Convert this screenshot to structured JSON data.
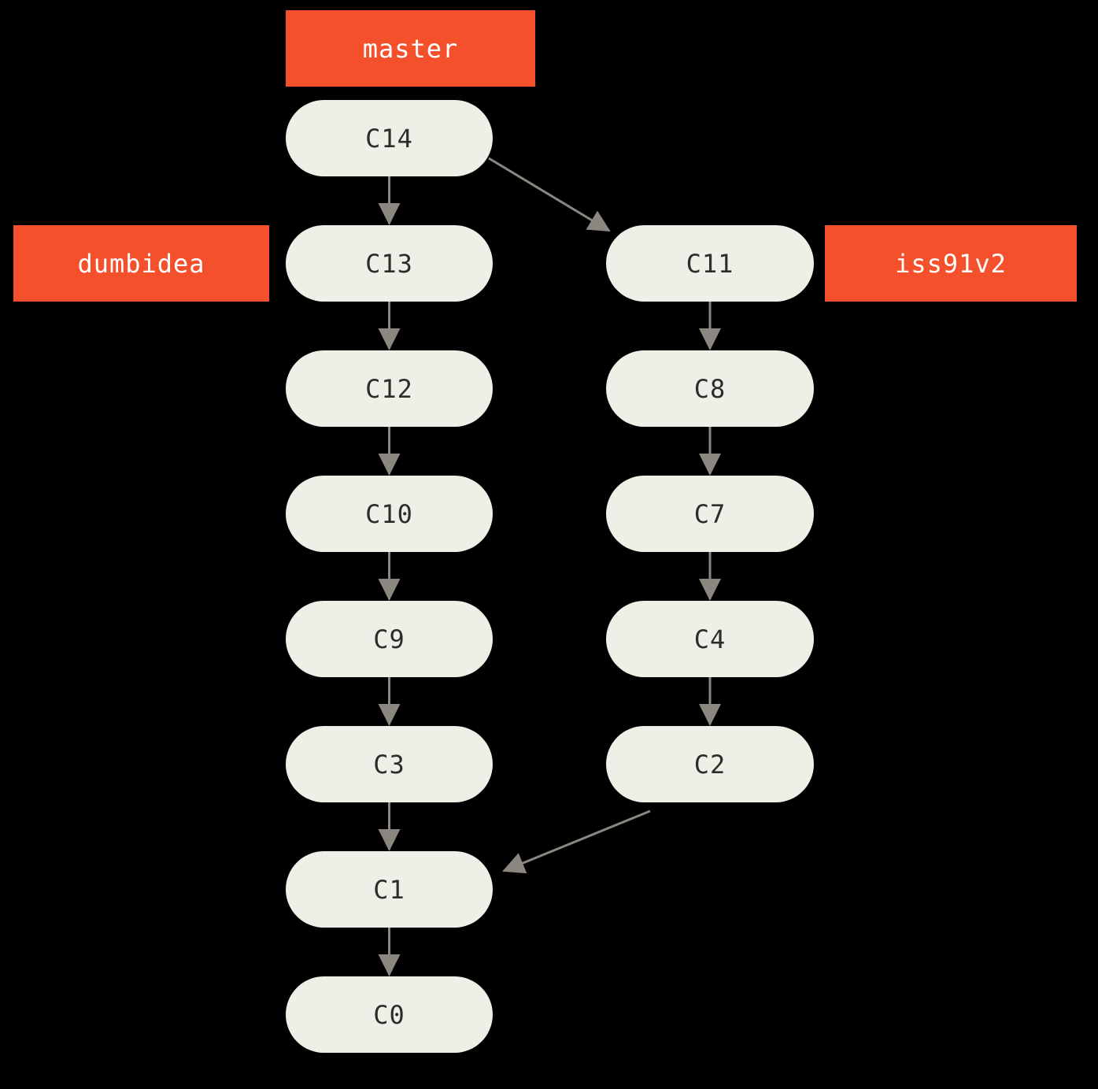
{
  "diagram": {
    "type": "git-commit-graph",
    "background_color": "#000000",
    "node_fill_color": "#F0EFE7",
    "node_text_color": "#2E2C29",
    "branch_label_fill_color": "#F4502B",
    "branch_label_text_color": "#FFFFFF",
    "arrow_color": "#8B8680",
    "branch_labels": [
      {
        "id": "master",
        "text": "master",
        "points_to": "C14"
      },
      {
        "id": "dumbidea",
        "text": "dumbidea",
        "points_to": "C13"
      },
      {
        "id": "iss91v2",
        "text": "iss91v2",
        "points_to": "C11"
      }
    ],
    "commits": [
      {
        "id": "C14",
        "label": "C14"
      },
      {
        "id": "C13",
        "label": "C13"
      },
      {
        "id": "C12",
        "label": "C12"
      },
      {
        "id": "C10",
        "label": "C10"
      },
      {
        "id": "C9",
        "label": "C9"
      },
      {
        "id": "C3",
        "label": "C3"
      },
      {
        "id": "C1",
        "label": "C1"
      },
      {
        "id": "C0",
        "label": "C0"
      },
      {
        "id": "C11",
        "label": "C11"
      },
      {
        "id": "C8",
        "label": "C8"
      },
      {
        "id": "C7",
        "label": "C7"
      },
      {
        "id": "C4",
        "label": "C4"
      },
      {
        "id": "C2",
        "label": "C2"
      }
    ],
    "edges": [
      {
        "from": "C14",
        "to": "C13"
      },
      {
        "from": "C14",
        "to": "C11"
      },
      {
        "from": "C13",
        "to": "C12"
      },
      {
        "from": "C12",
        "to": "C10"
      },
      {
        "from": "C10",
        "to": "C9"
      },
      {
        "from": "C9",
        "to": "C3"
      },
      {
        "from": "C3",
        "to": "C1"
      },
      {
        "from": "C1",
        "to": "C0"
      },
      {
        "from": "C11",
        "to": "C8"
      },
      {
        "from": "C8",
        "to": "C7"
      },
      {
        "from": "C7",
        "to": "C4"
      },
      {
        "from": "C4",
        "to": "C2"
      },
      {
        "from": "C2",
        "to": "C1"
      }
    ]
  }
}
